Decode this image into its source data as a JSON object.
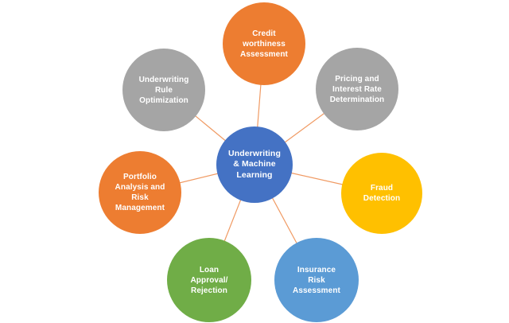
{
  "diagram": {
    "background_color": "#FFFFFF",
    "connector_color": "#F09A63",
    "hub": {
      "id": "underwriting-machine-learning",
      "label": "Underwriting\n& Machine\nLearning",
      "color": "#4472C4"
    },
    "nodes": [
      {
        "id": "credit-worthiness-assessment",
        "label": "Credit\nworthiness\nAssessment",
        "color": "#ED7D31"
      },
      {
        "id": "pricing-and-interest-rate-determination",
        "label": "Pricing and\nInterest Rate\nDetermination",
        "color": "#A5A5A5"
      },
      {
        "id": "fraud-detection",
        "label": "Fraud\nDetection",
        "color": "#FFC000"
      },
      {
        "id": "insurance-risk-assessment",
        "label": "Insurance\nRisk\nAssessment",
        "color": "#5B9BD5"
      },
      {
        "id": "loan-approval-rejection",
        "label": "Loan\nApproval/\nRejection",
        "color": "#70AD47"
      },
      {
        "id": "portfolio-analysis-and-risk-management",
        "label": "Portfolio\nAnalysis and\nRisk\nManagement",
        "color": "#ED7D31"
      },
      {
        "id": "underwriting-rule-optimization",
        "label": "Underwriting\nRule\nOptimization",
        "color": "#A5A5A5"
      }
    ]
  }
}
